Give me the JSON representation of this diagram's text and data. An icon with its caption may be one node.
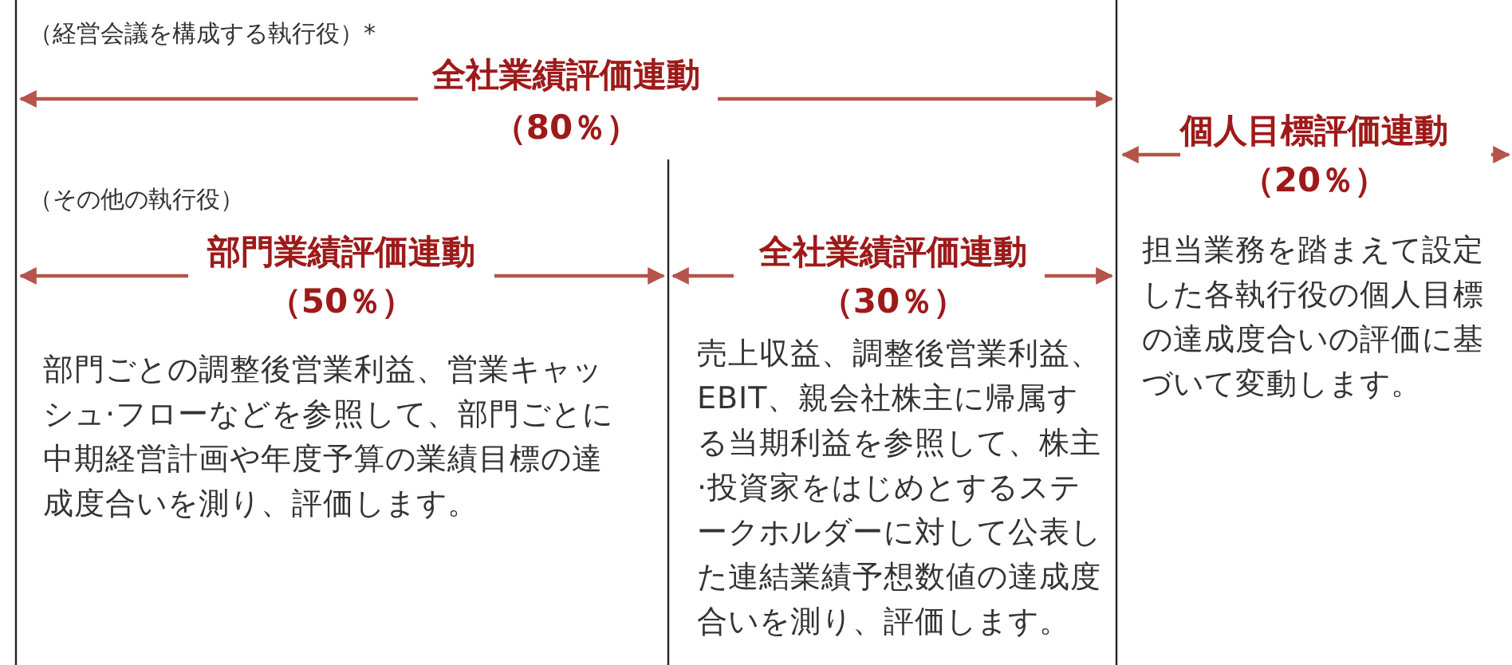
{
  "diagram": {
    "nodes": [
      {
        "text": [
          "（経営会議を構成する執行役）*",
          "全社業績評価連動",
          "（80％）"
        ]
      },
      {
        "text": [
          "（その他の執行役）",
          "部門業績評価連動",
          "（50％）",
          "部門ごとの調整後営業利益、営業キャッシュ·フローなどを参照して、部門ごとに中期経営計画や年度予算の業績目標の達成度合いを測り、評価します。"
        ]
      },
      {
        "text": [
          "全社業績評価連動",
          "（30％）",
          "売上収益、調整後営業利益、EBIT、親会社株主に帰属する当期利益を参照して、株主·投資家をはじめとするステークホルダーに対して公表した連結業績予想数値の達成度合いを測り、評価します。"
        ]
      },
      {
        "text": [
          "個人目標評価連動",
          "（20％）",
          "担当業務を踏まえて設定した各執行役の個人目標の達成度合いの評価に基づいて変動します。"
        ]
      }
    ]
  }
}
